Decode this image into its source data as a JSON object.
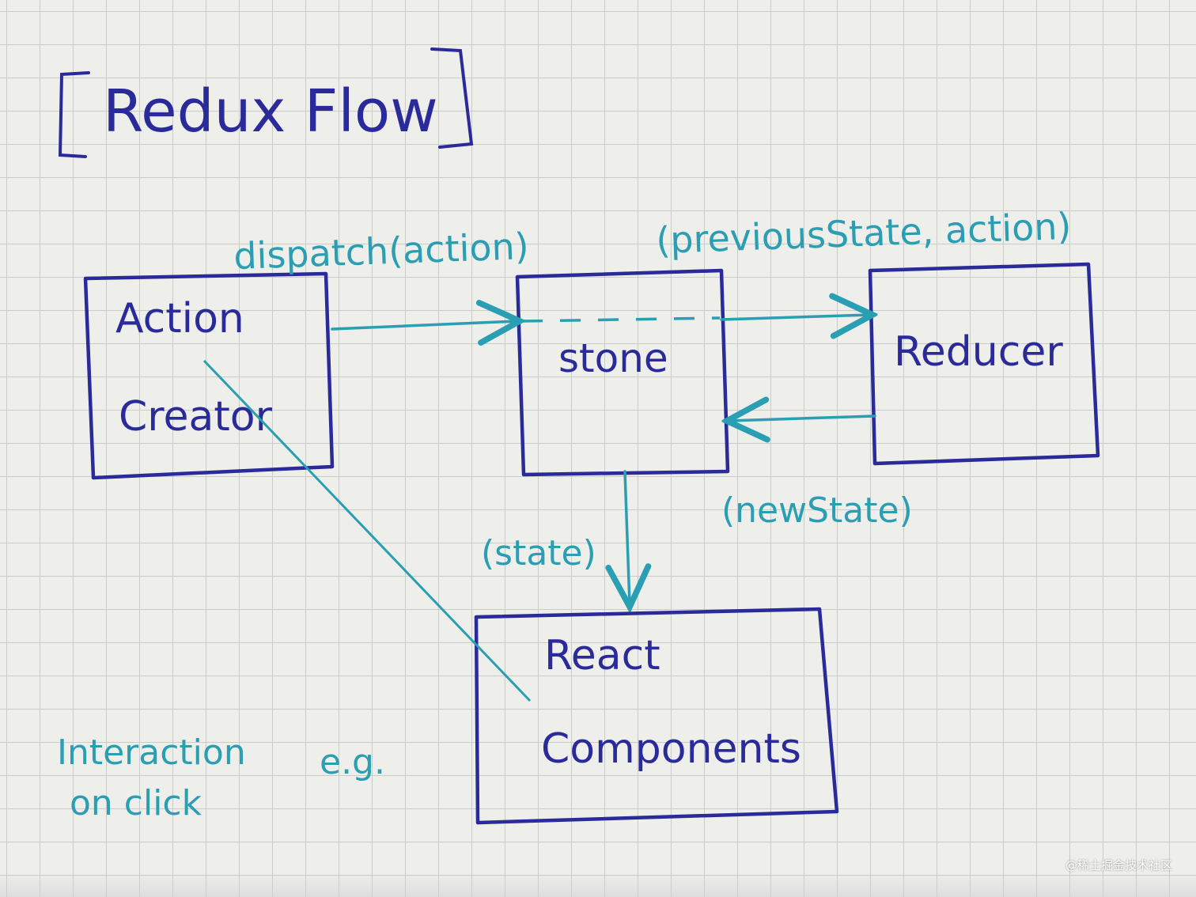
{
  "title": "Redux Flow",
  "nodes": {
    "action_creator": {
      "line1": "Action",
      "line2": "Creator"
    },
    "store": {
      "label": "stone"
    },
    "reducer": {
      "label": "Reducer"
    },
    "react_components": {
      "line1": "React",
      "line2": "Components"
    }
  },
  "edges": {
    "dispatch": "dispatch(action)",
    "previous_state": "(previousState, action)",
    "new_state": "(newState)",
    "state": "(state)"
  },
  "note": {
    "line1": "Interaction",
    "line2": "e.g.",
    "line3": "on click"
  },
  "watermark": "@稀土掘金技术社区",
  "colors": {
    "box_ink": "#2a2a9a",
    "arrow_ink": "#2a9eb2",
    "paper": "#eeeeea",
    "grid": "#c9ccc9"
  }
}
